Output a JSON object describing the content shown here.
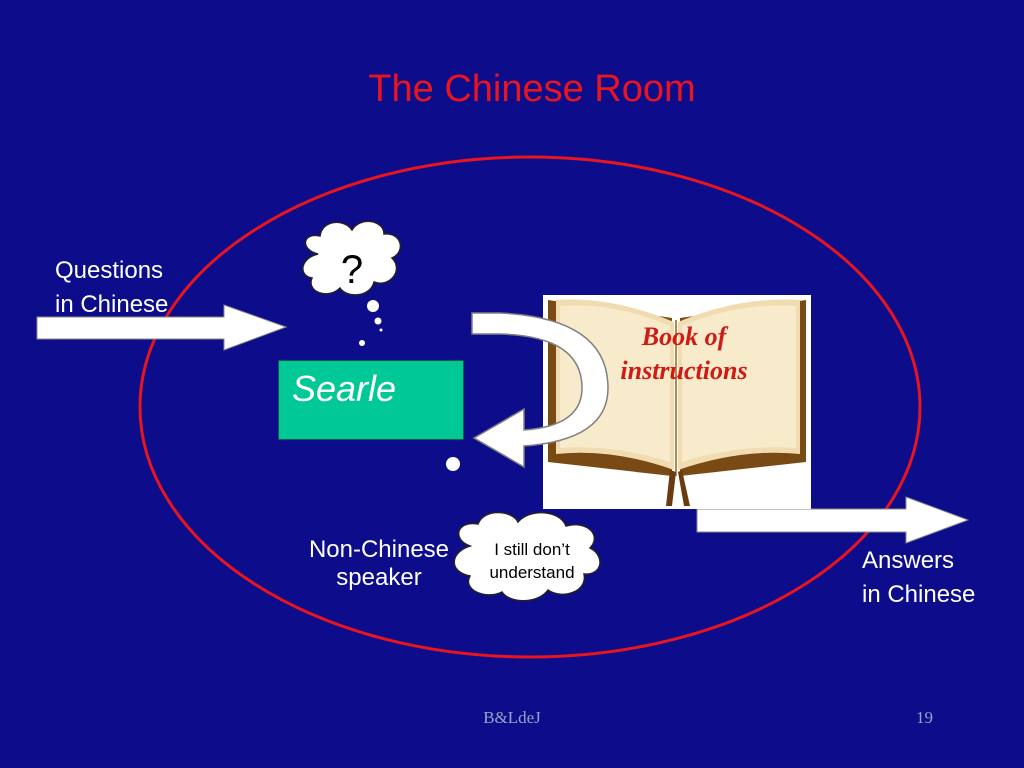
{
  "slide": {
    "title": "The Chinese Room",
    "footer": "B&LdeJ",
    "page_number": "19"
  },
  "diagram": {
    "input_label_line1": "Questions",
    "input_label_line2": "in Chinese",
    "output_label_line1": "Answers",
    "output_label_line2": "in Chinese",
    "person_name": "Searle",
    "person_caption_line1": "Non-Chinese",
    "person_caption_line2": "speaker",
    "thought_symbol": "?",
    "speech_line1": "I still don’t",
    "speech_line2": "understand",
    "book_label_line1": "Book of",
    "book_label_line2": "instructions"
  },
  "colors": {
    "background": "#0d0d8c",
    "title": "#e8141e",
    "room_outline": "#e8141e",
    "person_box": "#00c896",
    "book_label": "#d01a14"
  },
  "icons": [
    "thought-cloud-icon",
    "speech-cloud-icon",
    "open-book-icon",
    "arrow-right-icon",
    "curved-arrow-icon"
  ]
}
